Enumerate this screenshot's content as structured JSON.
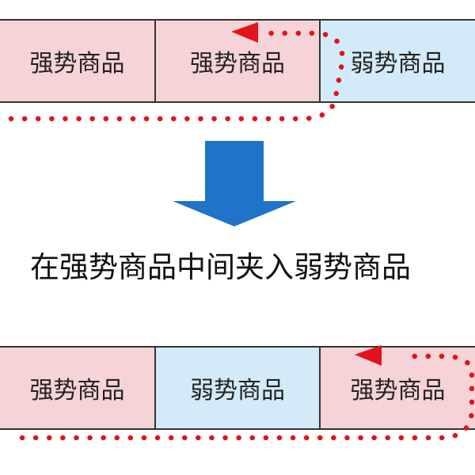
{
  "before": {
    "cells": [
      {
        "label": "强势商品",
        "kind": "strong"
      },
      {
        "label": "强势商品",
        "kind": "strong"
      },
      {
        "label": "弱势商品",
        "kind": "weak"
      }
    ]
  },
  "caption": "在强势商品中间夹入弱势商品",
  "after": {
    "cells": [
      {
        "label": "强势商品",
        "kind": "strong"
      },
      {
        "label": "弱势商品",
        "kind": "weak"
      },
      {
        "label": "强势商品",
        "kind": "strong"
      }
    ]
  },
  "colors": {
    "strong_fill": "#f6d3d6",
    "weak_fill": "#d3ebf8",
    "path_dots": "#e0141b",
    "down_arrow": "#1f73c8"
  },
  "icons": {
    "down_arrow": "arrow-down-icon",
    "path_arrowhead": "arrowhead-left-icon"
  }
}
